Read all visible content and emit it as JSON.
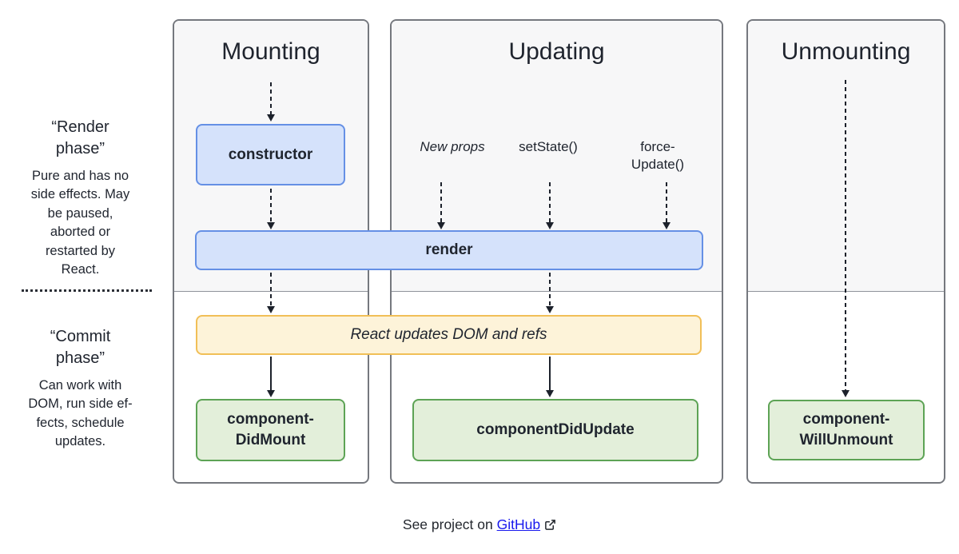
{
  "sidebar": {
    "render_phase": {
      "title": "“Render\nphase”",
      "description": "Pure and has no\nside effects. May\nbe paused,\naborted or\nrestarted by\nReact."
    },
    "commit_phase": {
      "title": "“Commit\nphase”",
      "description": "Can work with\nDOM, run side ef-\nfects, schedule\nupdates."
    }
  },
  "columns": {
    "mounting": {
      "title": "Mounting",
      "constructor_label": "constructor",
      "did_mount_label": "component-\nDidMount"
    },
    "updating": {
      "title": "Updating",
      "trigger_new_props": "New props",
      "trigger_set_state": "setState()",
      "trigger_force_update": "force-\nUpdate()",
      "did_update_label": "componentDidUpdate"
    },
    "unmounting": {
      "title": "Unmounting",
      "will_unmount_label": "component-\nWillUnmount"
    }
  },
  "shared": {
    "render_label": "render",
    "dom_update_label": "React updates DOM and refs"
  },
  "footer": {
    "prefix": "See project on",
    "link_label": "GitHub",
    "icon": "external-link-icon"
  },
  "colors": {
    "column_bg_top": "#f7f7f8",
    "column_border": "#75787e",
    "blue_fill": "#d5e2fb",
    "blue_border": "#6590e5",
    "yellow_fill": "#fdf3d9",
    "yellow_border": "#f1bf57",
    "green_fill": "#e3efda",
    "green_border": "#5da355",
    "arrow": "#1c212b",
    "link_blue": "#1717ee",
    "text": "#1f242e"
  }
}
